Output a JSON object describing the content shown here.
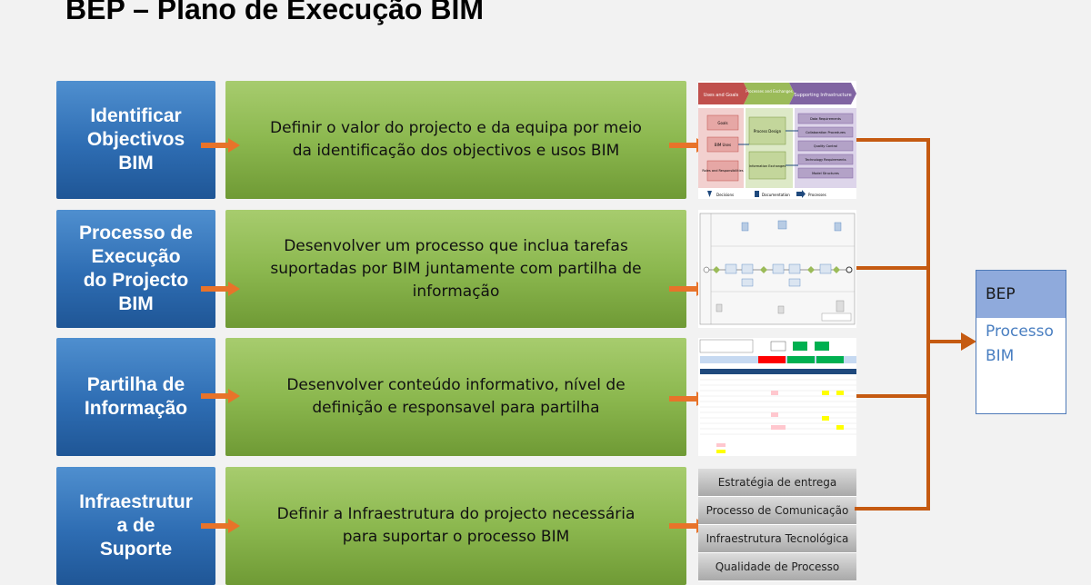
{
  "title": "BEP – Plano de Execução BIM",
  "steps": [
    {
      "name": "Identificar\nObjectivos\nBIM",
      "description": "Definir o valor do projecto e da equipa por meio\nda identificação dos objectivos e usos BIM"
    },
    {
      "name": "Processo de\nExecução\ndo Projecto\nBIM",
      "description": "Desenvolver um processo que inclua tarefas\nsuportadas por BIM juntamente com partilha de\ninformação"
    },
    {
      "name": "Partilha de\nInformação",
      "description": "Desenvolver conteúdo informativo, nível de\ndefinição e responsavel para partilha"
    },
    {
      "name": "Infraestrutur\na de\nSuporte",
      "description": "Definir a Infraestrutura do projecto necessária\npara suportar o processo BIM"
    }
  ],
  "thumbnail1": {
    "headers": [
      "Uses and Goals",
      "Processes and Exchanges",
      "Supporting Infrastructure"
    ],
    "left_items": [
      "Goals",
      "BIM Uses",
      "Roles and Responsibilities"
    ],
    "middle_items": [
      "Process Design",
      "Information Exchanges"
    ],
    "right_items": [
      "Data Requirements",
      "Collaboration Procedures",
      "Quality Control",
      "Technology Requirements",
      "Model Structures"
    ],
    "legend": [
      "Decisions",
      "Documentation",
      "Processes"
    ]
  },
  "infrastructure_items": [
    "Estratégia de entrega",
    "Processo de\nComunicação",
    "Infraestrutura\nTecnológica",
    "Qualidade de Processo"
  ],
  "bep_box": {
    "header": "BEP",
    "body": "Processo\nBIM"
  },
  "colors": {
    "blue_box": "#2e6db3",
    "green_box": "#8cb84f",
    "arrow": "#e8732a",
    "connector": "#c55a11",
    "bep_header": "#8faadc"
  }
}
